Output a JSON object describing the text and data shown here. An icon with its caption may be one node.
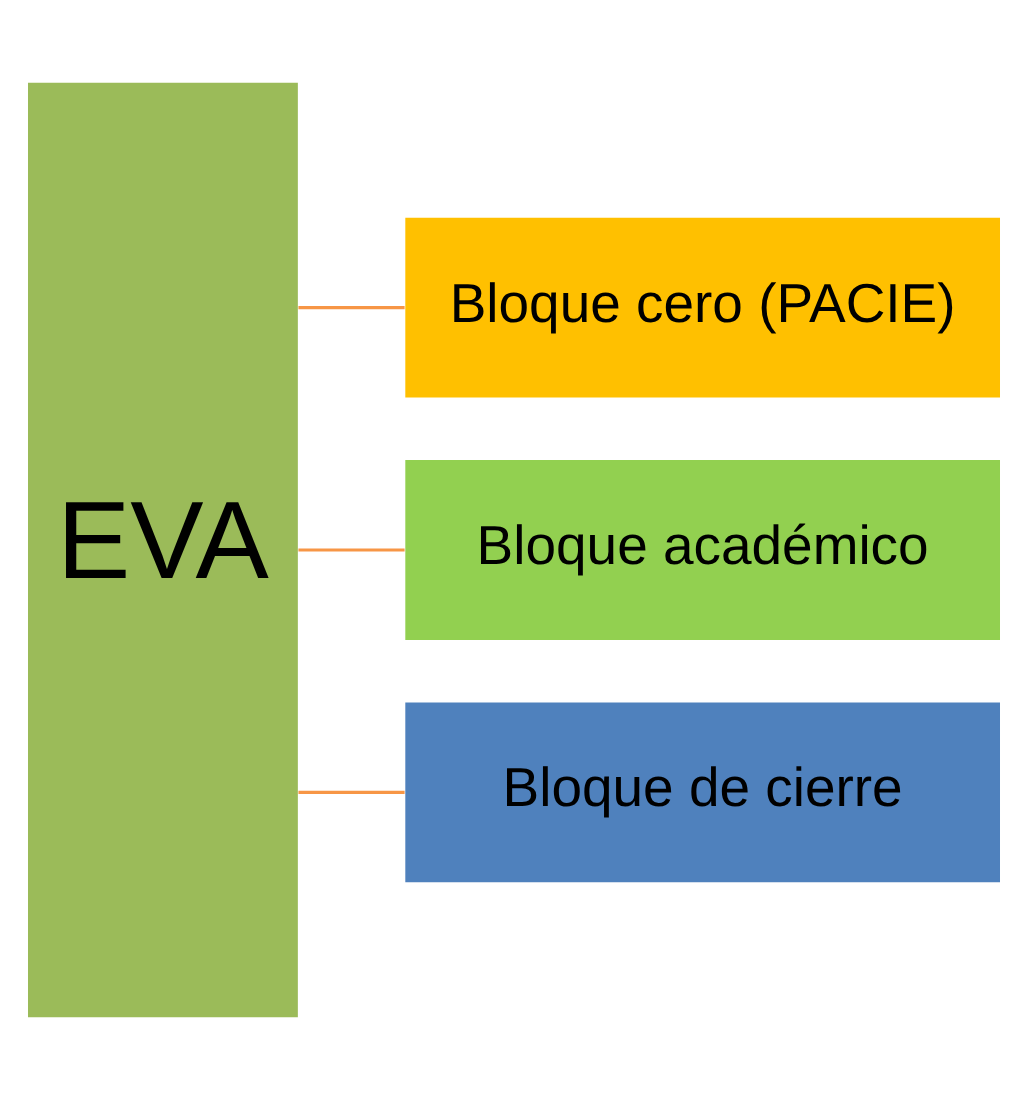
{
  "diagram": {
    "nodes": [
      {
        "text": [
          "EVA"
        ]
      },
      {
        "text": [
          "Bloque cero (PACIE)"
        ]
      },
      {
        "text": [
          "Bloque académico"
        ]
      },
      {
        "text": [
          "Bloque de cierre"
        ]
      }
    ],
    "edges": [
      {
        "from": 0,
        "to": 1,
        "arrow": "none"
      },
      {
        "from": 0,
        "to": 2,
        "arrow": "none"
      },
      {
        "from": 0,
        "to": 3,
        "arrow": "none"
      }
    ]
  }
}
